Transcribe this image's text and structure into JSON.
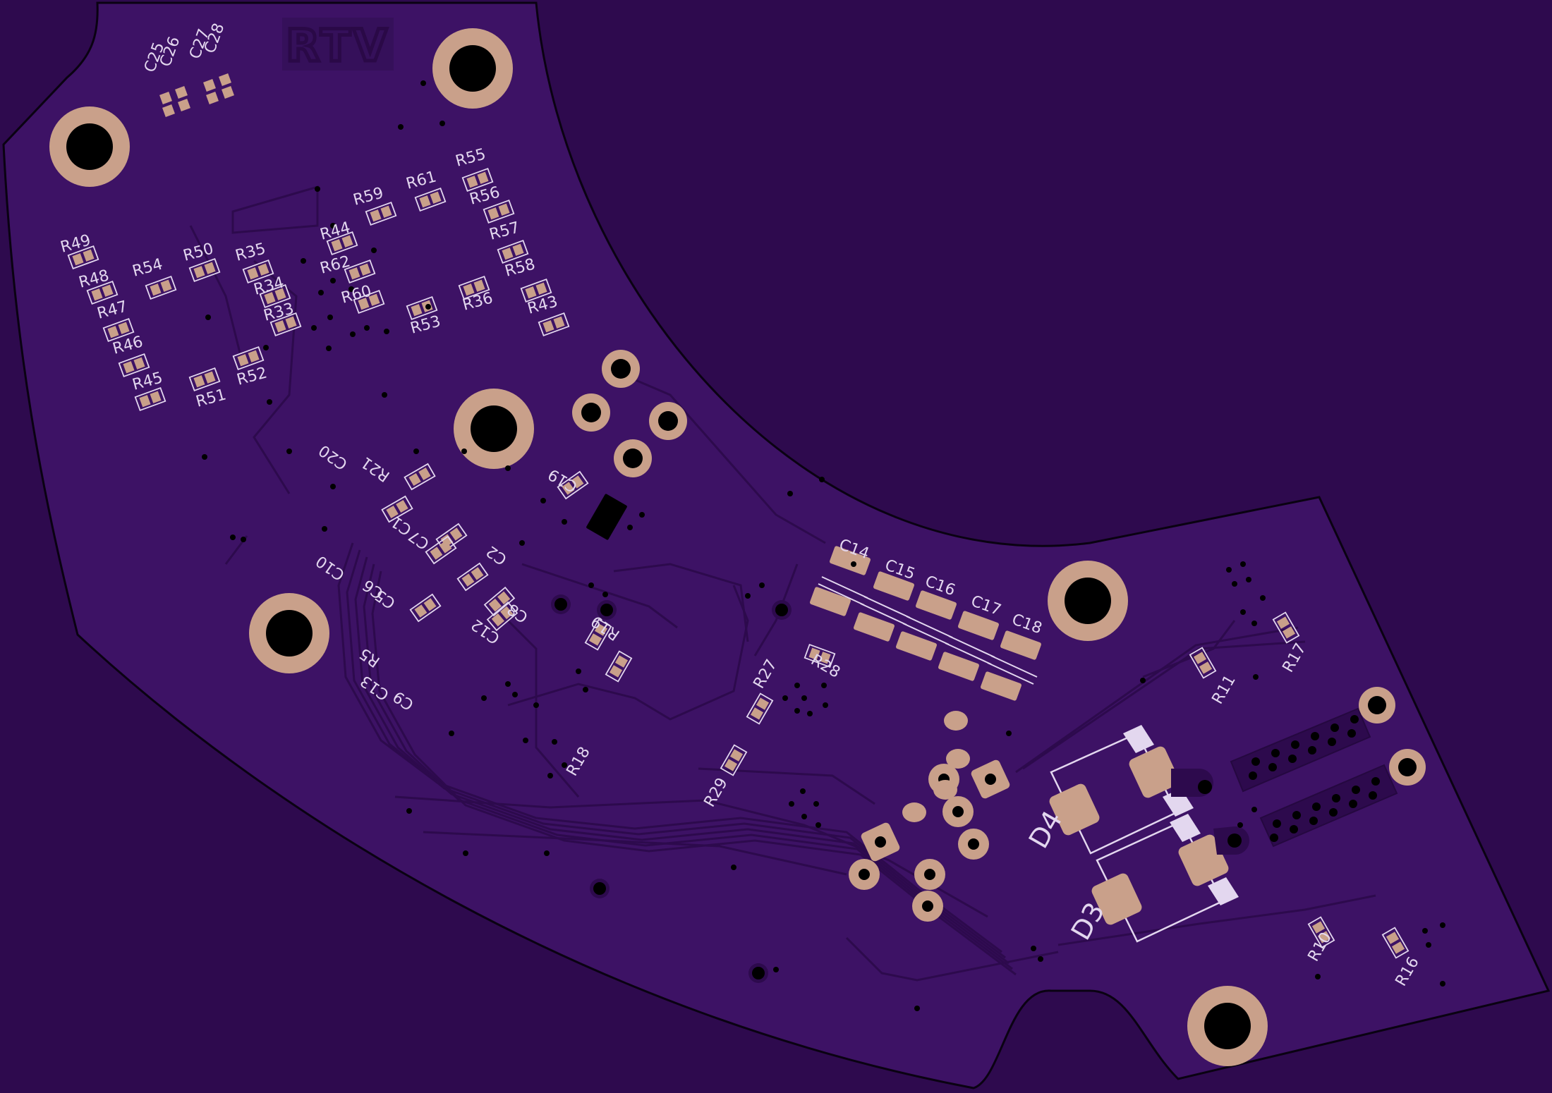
{
  "logo_text": "RTV",
  "colors": {
    "background": "#2e0a4e",
    "board": "#3d1265",
    "board_outline": "#0a0212",
    "trace": "#2d0a4d",
    "pad": "#c9a08a",
    "hole": "#000000",
    "silk": "#e3d7ef",
    "via": "#000000"
  },
  "designators": {
    "C25": "C25",
    "C26": "C26",
    "C27": "C27",
    "C28": "C28",
    "R55": "R55",
    "R61": "R61",
    "R59": "R59",
    "R56": "R56",
    "R57": "R57",
    "R58": "R58",
    "R43": "R43",
    "R36": "R36",
    "R53": "R53",
    "R60": "R60",
    "R62": "R62",
    "R44": "R44",
    "R35": "R35",
    "R34": "R34",
    "R33": "R33",
    "R50": "R50",
    "R54": "R54",
    "R49": "R49",
    "R48": "R48",
    "R47": "R47",
    "R46": "R46",
    "R45": "R45",
    "R51": "R51",
    "R52": "R52",
    "R21": "R21",
    "C20": "C20",
    "C19": "C19",
    "C1": "C1",
    "C7": "C7",
    "C10": "C10",
    "C6": "C6",
    "C5": "C5",
    "C2": "C2",
    "C8": "C8",
    "C12": "C12",
    "R5": "R5",
    "C13": "C13",
    "C9": "C9",
    "R19": "R19",
    "R27": "R27",
    "R28": "R28",
    "R18": "R18",
    "R29": "R29",
    "C14": "C14",
    "C15": "C15",
    "C16": "C16",
    "C17": "C17",
    "C18": "C18",
    "R17": "R17",
    "R11": "R11",
    "D4": "D4",
    "D3": "D3",
    "R10": "R10",
    "R16": "R16"
  }
}
